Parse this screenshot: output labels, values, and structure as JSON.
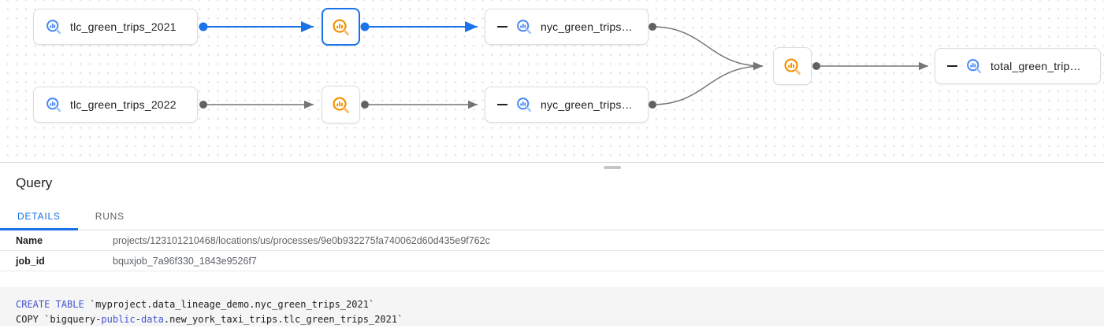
{
  "graph": {
    "nodes": {
      "tlc_2021": {
        "label": "tlc_green_trips_2021",
        "type": "table"
      },
      "tlc_2022": {
        "label": "tlc_green_trips_2022",
        "type": "table"
      },
      "nyc_2021": {
        "label": "nyc_green_trips…",
        "type": "table"
      },
      "nyc_2022": {
        "label": "nyc_green_trips…",
        "type": "table"
      },
      "total": {
        "label": "total_green_trip…",
        "type": "table"
      }
    },
    "colors": {
      "selected_edge": "#1a73e8",
      "edge": "#757575",
      "table_icon": "#4285f4",
      "table_icon_handle": "#a0c3fa",
      "process_icon": "#f29100",
      "process_icon_handle": "#f8bd77"
    }
  },
  "panel": {
    "title": "Query",
    "tabs": [
      {
        "label": "DETAILS",
        "active": true
      },
      {
        "label": "RUNS",
        "active": false
      }
    ],
    "details": {
      "rows": [
        {
          "label": "Name",
          "value": "projects/123101210468/locations/us/processes/9e0b932275fa740062d60d435e9f762c"
        },
        {
          "label": "job_id",
          "value": "bquxjob_7a96f330_1843e9526f7"
        }
      ]
    },
    "code": {
      "lines": [
        {
          "segments": [
            {
              "text": "CREATE TABLE",
              "type": "keyword"
            },
            {
              "text": " `myproject.data_lineage_demo.nyc_green_trips_2021`",
              "type": "plain"
            }
          ]
        },
        {
          "segments": [
            {
              "text": "COPY `bigquery",
              "type": "plain"
            },
            {
              "text": "-",
              "type": "plain"
            },
            {
              "text": "public",
              "type": "keyword"
            },
            {
              "text": "-",
              "type": "plain"
            },
            {
              "text": "data",
              "type": "keyword"
            },
            {
              "text": ".new_york_taxi_trips.tlc_green_trips_2021`",
              "type": "plain"
            }
          ]
        }
      ]
    }
  }
}
